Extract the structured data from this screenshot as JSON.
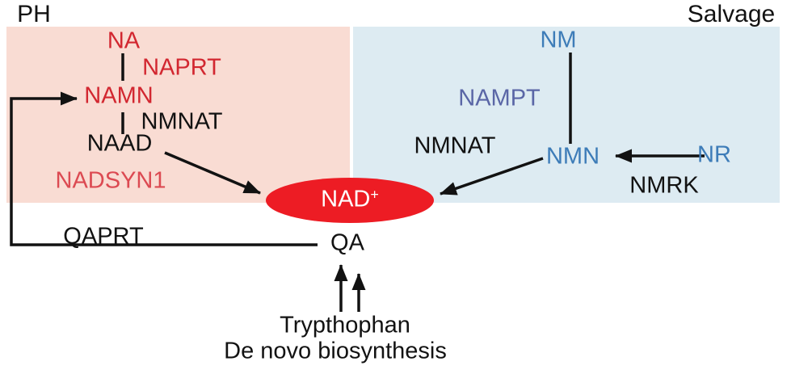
{
  "figure": {
    "title": "NAD+ biosynthesis pathways diagram",
    "type": "pathway-diagram"
  },
  "labels": {
    "ph": "PH",
    "salvage": "Salvage",
    "na": "NA",
    "naprt": "NAPRT",
    "namn": "NAMN",
    "nmnat_left": "NMNAT",
    "naad": "NAAD",
    "nadsyn1": "NADSYN1",
    "qaprt": "QAPRT",
    "qa": "QA",
    "nm": "NM",
    "nampt": "NAMPT",
    "nmnat_right": "NMNAT",
    "nmn": "NMN",
    "nr": "NR",
    "nmrk": "NMRK",
    "nad": "NAD",
    "nad_sup": "+",
    "tryptophan": "Trypthophan",
    "de_novo": "De novo biosynthesis"
  },
  "colors": {
    "red_text": "#d22730",
    "nadsyn1_red": "#dc4a52",
    "blue_text": "#3d7cb8",
    "nampt_blue": "#5a66a6",
    "black_text": "#121212",
    "ph_bg": "#f9dcd3",
    "salvage_bg": "#ddebf2",
    "nad_ellipse": "#ed1c24",
    "nad_text": "#ffffff"
  },
  "edges": [
    {
      "from": "NA",
      "to": "NAMN",
      "enzyme": "NAPRT",
      "style": "plain-line"
    },
    {
      "from": "NAMN",
      "to": "NAAD",
      "enzyme": "NMNAT",
      "style": "plain-line"
    },
    {
      "from": "NAAD",
      "to": "NAD+",
      "enzyme": "NADSYN1",
      "style": "arrow"
    },
    {
      "from": "NM",
      "to": "NMN",
      "enzyme": "NAMPT",
      "style": "plain-line"
    },
    {
      "from": "NR",
      "to": "NMN",
      "enzyme": "NMRK",
      "style": "arrow"
    },
    {
      "from": "NMN",
      "to": "NAD+",
      "enzyme": "NMNAT",
      "style": "arrow"
    },
    {
      "from": "QA",
      "to": "NAMN",
      "enzyme": "QAPRT",
      "style": "elbow-arrow"
    },
    {
      "from": "Trypthophan / De novo biosynthesis",
      "to": "QA",
      "style": "double-up-arrow"
    }
  ]
}
